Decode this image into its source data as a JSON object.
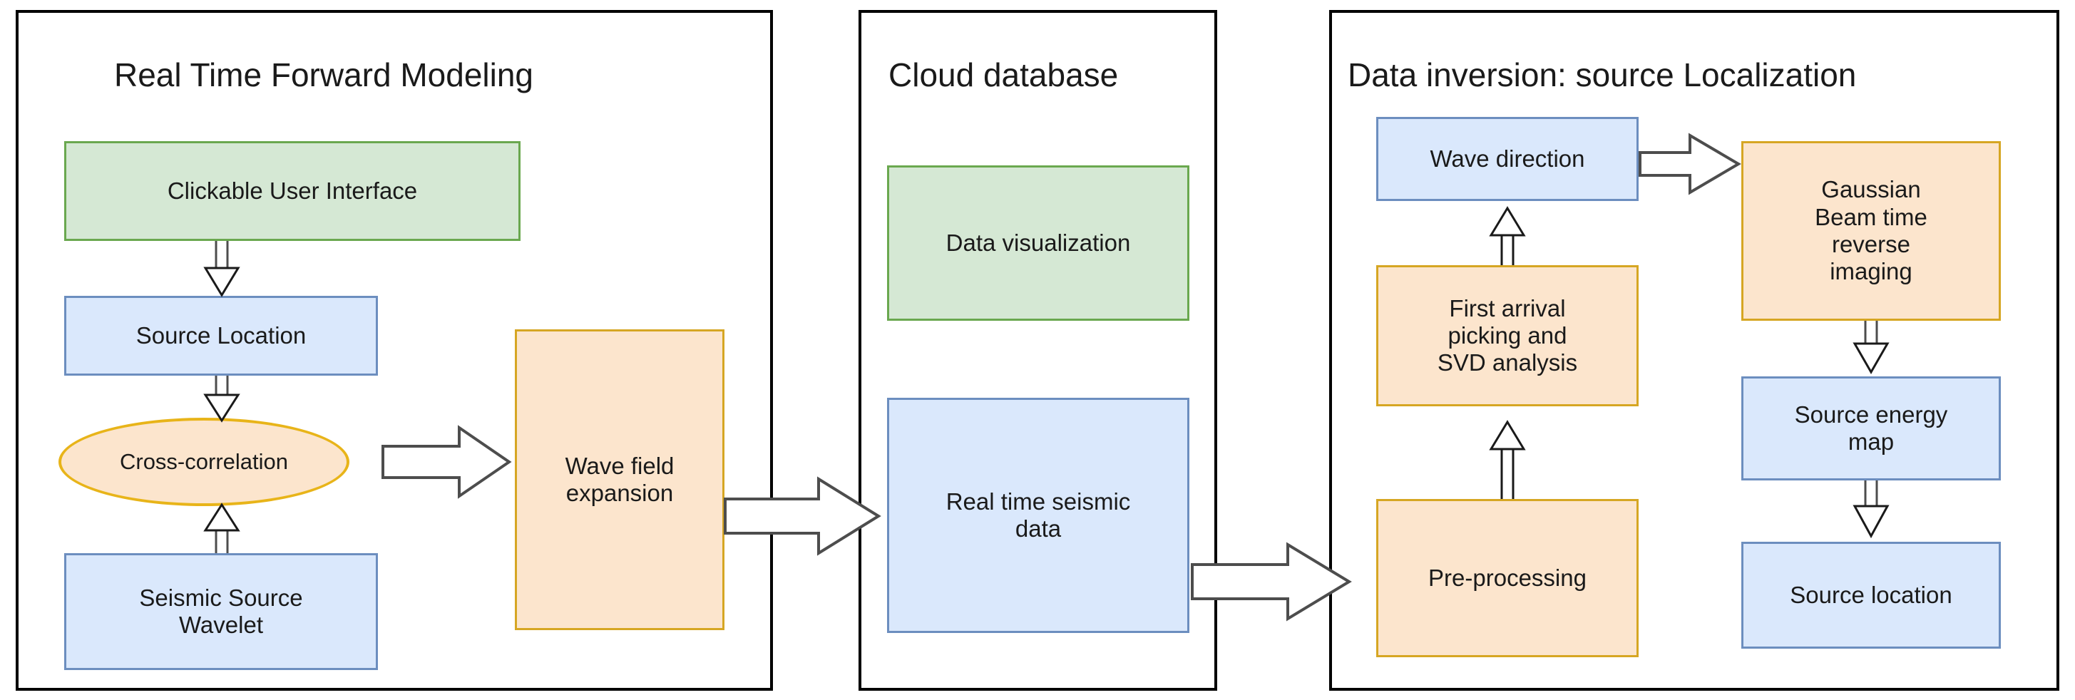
{
  "diagram": {
    "title_bar": "",
    "colors": {
      "green_fill": "#d5e8d4",
      "green_stroke": "#6aa84f",
      "blue_fill": "#dae8fc",
      "blue_stroke": "#6c8ebf",
      "orange_fill": "#fce5cd",
      "orange_stroke": "#d6a623",
      "ellipse_stroke": "#e8b419",
      "panel_stroke": "#000000",
      "arrow_stroke": "#4d4d4d",
      "background": "#ffffff"
    }
  },
  "panels": [
    {
      "id": "forward-modeling",
      "title": "Real Time Forward Modeling"
    },
    {
      "id": "cloud-database",
      "title": "Cloud database"
    },
    {
      "id": "data-inversion",
      "title": "Data inversion: source Localization"
    }
  ],
  "nodes": {
    "clickable_user_interface": "Clickable User Interface",
    "source_location_left": "Source Location",
    "cross_correlation": "Cross-correlation",
    "seismic_source_wavelet": "Seismic Source\nWavelet",
    "wave_field_expansion": "Wave field\nexpansion",
    "data_visualization": "Data visualization",
    "real_time_seismic_data": "Real time seismic\ndata",
    "wave_direction": "Wave direction",
    "first_arrival_picking": "First arrival\npicking and\nSVD analysis",
    "pre_processing": "Pre-processing",
    "gaussian_beam": "Gaussian\nBeam time\nreverse\nimaging",
    "source_energy_map": "Source energy\nmap",
    "source_location_right": "Source location"
  },
  "edges": [
    {
      "from": "clickable_user_interface",
      "to": "source_location_left",
      "style": "thin-block",
      "direction": "down"
    },
    {
      "from": "source_location_left",
      "to": "cross_correlation",
      "style": "thin-block",
      "direction": "down"
    },
    {
      "from": "seismic_source_wavelet",
      "to": "cross_correlation",
      "style": "thin-block",
      "direction": "up"
    },
    {
      "from": "cross_correlation",
      "to": "wave_field_expansion",
      "style": "fat-block",
      "direction": "right"
    },
    {
      "from": "wave_field_expansion",
      "to": "real_time_seismic_data",
      "style": "fat-block",
      "direction": "right"
    },
    {
      "from": "real_time_seismic_data",
      "to": "pre_processing",
      "style": "fat-block",
      "direction": "right"
    },
    {
      "from": "pre_processing",
      "to": "first_arrival_picking",
      "style": "thin-block",
      "direction": "up"
    },
    {
      "from": "first_arrival_picking",
      "to": "wave_direction",
      "style": "thin-block",
      "direction": "up"
    },
    {
      "from": "wave_direction",
      "to": "gaussian_beam",
      "style": "fat-block",
      "direction": "right"
    },
    {
      "from": "gaussian_beam",
      "to": "source_energy_map",
      "style": "thin-block",
      "direction": "down"
    },
    {
      "from": "source_energy_map",
      "to": "source_location_right",
      "style": "thin-block",
      "direction": "down"
    }
  ]
}
